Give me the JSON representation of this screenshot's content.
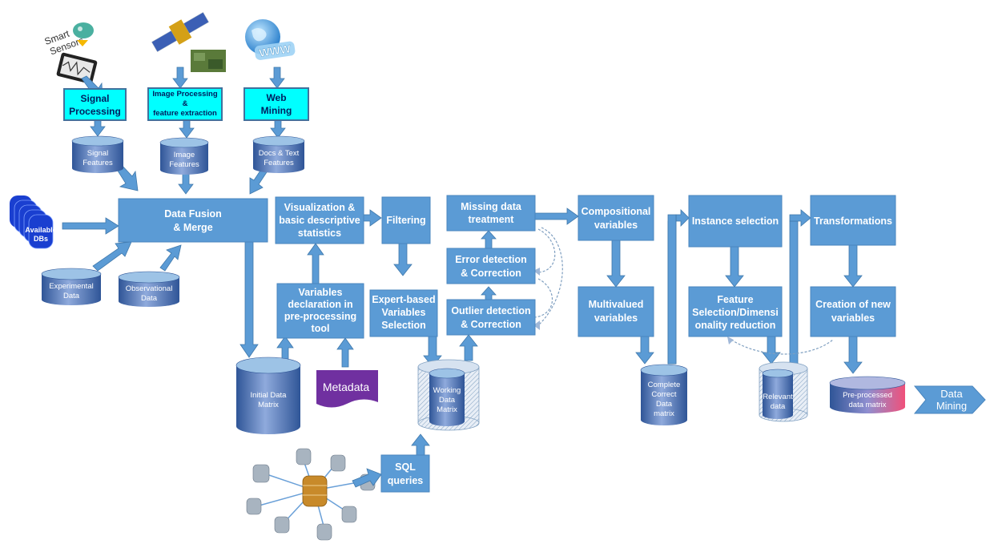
{
  "sources": {
    "sensors_label": [
      "Smart",
      "Sensors"
    ],
    "www_label": "WWW"
  },
  "boxes": {
    "signal_processing": [
      "Signal",
      "Processing"
    ],
    "image_processing": [
      "Image Processing",
      "&",
      "feature extraction"
    ],
    "web_mining": [
      "Web",
      "Mining"
    ],
    "data_fusion": [
      "Data Fusion",
      "& Merge"
    ],
    "visualization": [
      "Visualization &",
      "basic descriptive",
      "statistics"
    ],
    "filtering": [
      "Filtering"
    ],
    "missing_data": [
      "Missing data",
      "treatment"
    ],
    "error_detection": [
      "Error detection",
      "& Correction"
    ],
    "outlier_detection": [
      "Outlier detection",
      "& Correction"
    ],
    "variables_declaration": [
      "Variables",
      "declaration in",
      "pre-processing",
      "tool"
    ],
    "expert_selection": [
      "Expert-based",
      "Variables",
      "Selection"
    ],
    "compositional": [
      "Compositional",
      "variables"
    ],
    "multivalued": [
      "Multivalued",
      "variables"
    ],
    "instance_selection": [
      "Instance selection"
    ],
    "feature_selection": [
      "Feature",
      "Selection/Dimensi",
      "onality reduction"
    ],
    "transformations": [
      "Transformations"
    ],
    "creation_new_vars": [
      "Creation of new",
      "variables"
    ],
    "sql_queries": [
      "SQL",
      "queries"
    ],
    "metadata": "Metadata",
    "data_mining": [
      "Data",
      "Mining"
    ]
  },
  "cylinders": {
    "signal_features": [
      "Signal",
      "Features"
    ],
    "image_features": [
      "Image",
      "Features"
    ],
    "docs_features": [
      "Docs & Text",
      "Features"
    ],
    "available_dbs": [
      "Available",
      "DBs"
    ],
    "experimental": [
      "Experimental",
      "Data"
    ],
    "observational": [
      "Observational",
      "Data"
    ],
    "initial_matrix": [
      "Initial Data",
      "Matrix"
    ],
    "working_matrix": [
      "Working",
      "Data",
      "Matrix"
    ],
    "complete_matrix": [
      "Complete",
      "Correct",
      "Data",
      "matrix"
    ],
    "relevant_data": [
      "Relevant",
      "data"
    ],
    "preprocessed": [
      "Pre-processed",
      "data matrix"
    ]
  },
  "colors": {
    "box": "#5b9bd5",
    "cyan_box": "#00ffff",
    "metadata": "#7030a0",
    "preprocessed_end": "#f0507a"
  }
}
